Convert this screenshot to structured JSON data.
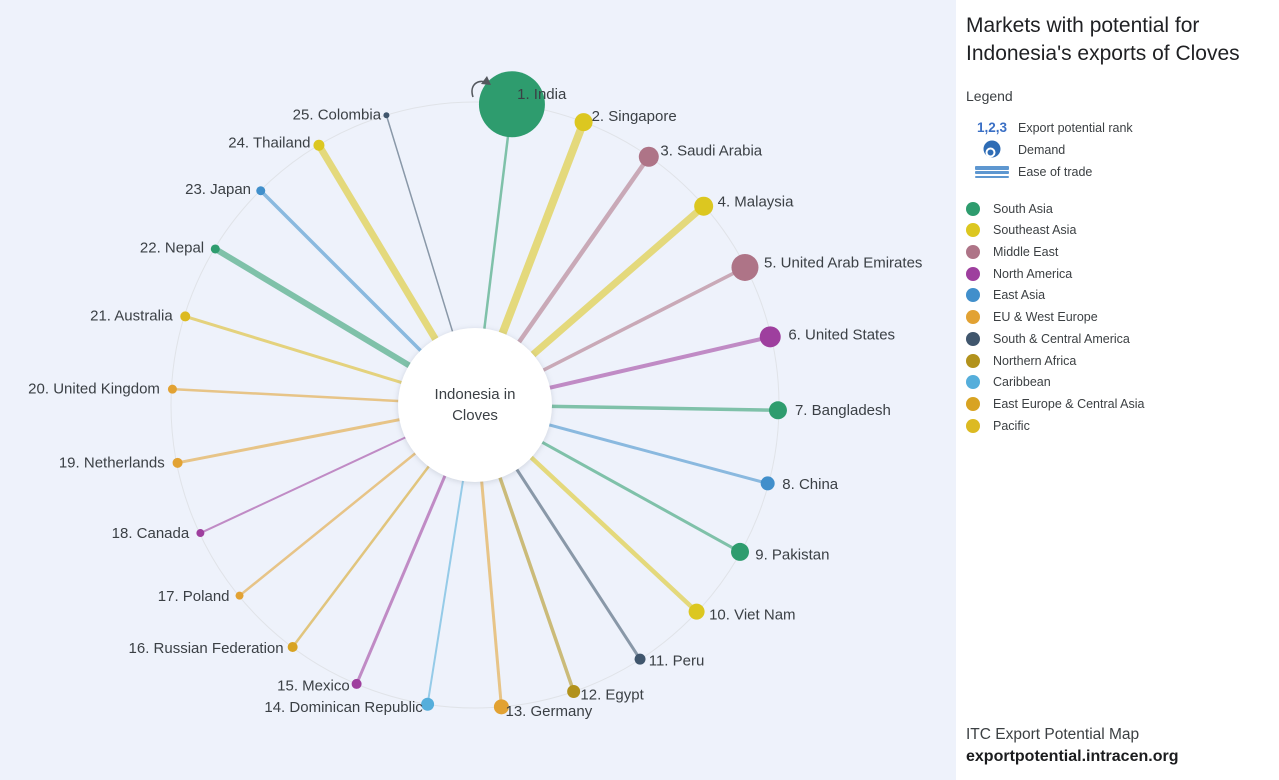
{
  "header": {
    "title_lines": [
      "Markets with potential for",
      "Indonesia's exports of Cloves"
    ]
  },
  "legend": {
    "heading": "Legend",
    "rank_symbol": "1,2,3",
    "rank_label": "Export potential rank",
    "demand_label": "Demand",
    "ease_label": "Ease of trade"
  },
  "regions": [
    {
      "name": "South Asia",
      "color": "#2e9c6e"
    },
    {
      "name": "Southeast Asia",
      "color": "#dcc720"
    },
    {
      "name": "Middle East",
      "color": "#ae7487"
    },
    {
      "name": "North America",
      "color": "#9e3f9e"
    },
    {
      "name": "East Asia",
      "color": "#418fcb"
    },
    {
      "name": "EU & West Europe",
      "color": "#e2a233"
    },
    {
      "name": "South & Central America",
      "color": "#40566d"
    },
    {
      "name": "Northern Africa",
      "color": "#b2921c"
    },
    {
      "name": "Caribbean",
      "color": "#55aedb"
    },
    {
      "name": "East Europe & Central Asia",
      "color": "#d8a322"
    },
    {
      "name": "Pacific",
      "color": "#dcba22"
    }
  ],
  "chart_data": {
    "type": "radial-bubble",
    "title": "Markets with potential for Indonesia's exports of Cloves",
    "center_label_lines": [
      "Indonesia in",
      "Cloves"
    ],
    "encoding": {
      "rank": "Export potential rank (label number, clockwise from top)",
      "bubble_size": "Demand",
      "line_thickness": "Ease of trade",
      "color": "Region"
    },
    "countries": [
      {
        "rank": 1,
        "name": "India",
        "region": "South Asia",
        "demand_size": 33,
        "ease_width": 2.5
      },
      {
        "rank": 2,
        "name": "Singapore",
        "region": "Southeast Asia",
        "demand_size": 9,
        "ease_width": 8
      },
      {
        "rank": 3,
        "name": "Saudi Arabia",
        "region": "Middle East",
        "demand_size": 10,
        "ease_width": 4.5
      },
      {
        "rank": 4,
        "name": "Malaysia",
        "region": "Southeast Asia",
        "demand_size": 9.5,
        "ease_width": 7
      },
      {
        "rank": 5,
        "name": "United Arab Emirates",
        "region": "Middle East",
        "demand_size": 13.5,
        "ease_width": 3.5
      },
      {
        "rank": 6,
        "name": "United States",
        "region": "North America",
        "demand_size": 10.5,
        "ease_width": 4
      },
      {
        "rank": 7,
        "name": "Bangladesh",
        "region": "South Asia",
        "demand_size": 9,
        "ease_width": 3.5
      },
      {
        "rank": 8,
        "name": "China",
        "region": "East Asia",
        "demand_size": 7,
        "ease_width": 3
      },
      {
        "rank": 9,
        "name": "Pakistan",
        "region": "South Asia",
        "demand_size": 9,
        "ease_width": 3
      },
      {
        "rank": 10,
        "name": "Viet Nam",
        "region": "Southeast Asia",
        "demand_size": 8,
        "ease_width": 4.5
      },
      {
        "rank": 11,
        "name": "Peru",
        "region": "South & Central America",
        "demand_size": 5.5,
        "ease_width": 3
      },
      {
        "rank": 12,
        "name": "Egypt",
        "region": "Northern Africa",
        "demand_size": 6.5,
        "ease_width": 3.5
      },
      {
        "rank": 13,
        "name": "Germany",
        "region": "EU & West Europe",
        "demand_size": 7.5,
        "ease_width": 3
      },
      {
        "rank": 14,
        "name": "Dominican Republic",
        "region": "Caribbean",
        "demand_size": 6.5,
        "ease_width": 2
      },
      {
        "rank": 15,
        "name": "Mexico",
        "region": "North America",
        "demand_size": 5,
        "ease_width": 3
      },
      {
        "rank": 16,
        "name": "Russian Federation",
        "region": "East Europe & Central Asia",
        "demand_size": 5,
        "ease_width": 2.5
      },
      {
        "rank": 17,
        "name": "Poland",
        "region": "EU & West Europe",
        "demand_size": 4,
        "ease_width": 2.5
      },
      {
        "rank": 18,
        "name": "Canada",
        "region": "North America",
        "demand_size": 4,
        "ease_width": 2
      },
      {
        "rank": 19,
        "name": "Netherlands",
        "region": "EU & West Europe",
        "demand_size": 5,
        "ease_width": 3
      },
      {
        "rank": 20,
        "name": "United Kingdom",
        "region": "EU & West Europe",
        "demand_size": 4.5,
        "ease_width": 2.5
      },
      {
        "rank": 21,
        "name": "Australia",
        "region": "Pacific",
        "demand_size": 5,
        "ease_width": 3
      },
      {
        "rank": 22,
        "name": "Nepal",
        "region": "South Asia",
        "demand_size": 4.5,
        "ease_width": 6
      },
      {
        "rank": 23,
        "name": "Japan",
        "region": "East Asia",
        "demand_size": 4.5,
        "ease_width": 3.5
      },
      {
        "rank": 24,
        "name": "Thailand",
        "region": "Southeast Asia",
        "demand_size": 5.5,
        "ease_width": 7
      },
      {
        "rank": 25,
        "name": "Colombia",
        "region": "South & Central America",
        "demand_size": 3,
        "ease_width": 1.5
      }
    ]
  },
  "footer": {
    "line1": "ITC Export Potential Map",
    "line2": "exportpotential.intracen.org"
  },
  "colors": {
    "chart_bg": "#eef2fb",
    "ring": "#e0e3e8",
    "label_text": "#3b4045",
    "rank_blue": "#3a6fc5",
    "icon_blue": "#2e6cb5",
    "icon_blue_light": "#5e97d0"
  }
}
